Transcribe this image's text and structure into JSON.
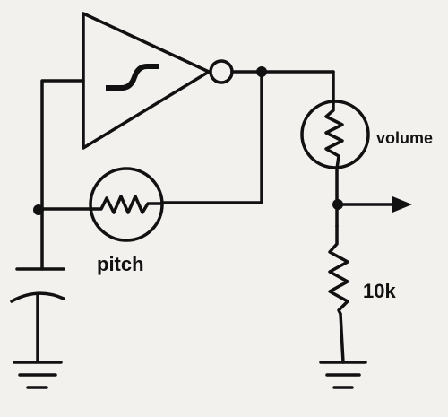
{
  "labels": {
    "pitch": "pitch",
    "volume": "volume",
    "resistor_value": "10k"
  },
  "icons": {
    "gate": "schmitt-trigger-inverter-icon",
    "pitch_component": "photoresistor-icon",
    "volume_component": "photoresistor-icon",
    "capacitor": "capacitor-icon",
    "resistor": "resistor-icon",
    "ground": "ground-icon",
    "output": "arrow-right-icon"
  },
  "colors": {
    "ink": "#111111",
    "paper": "#f3f1ee"
  }
}
